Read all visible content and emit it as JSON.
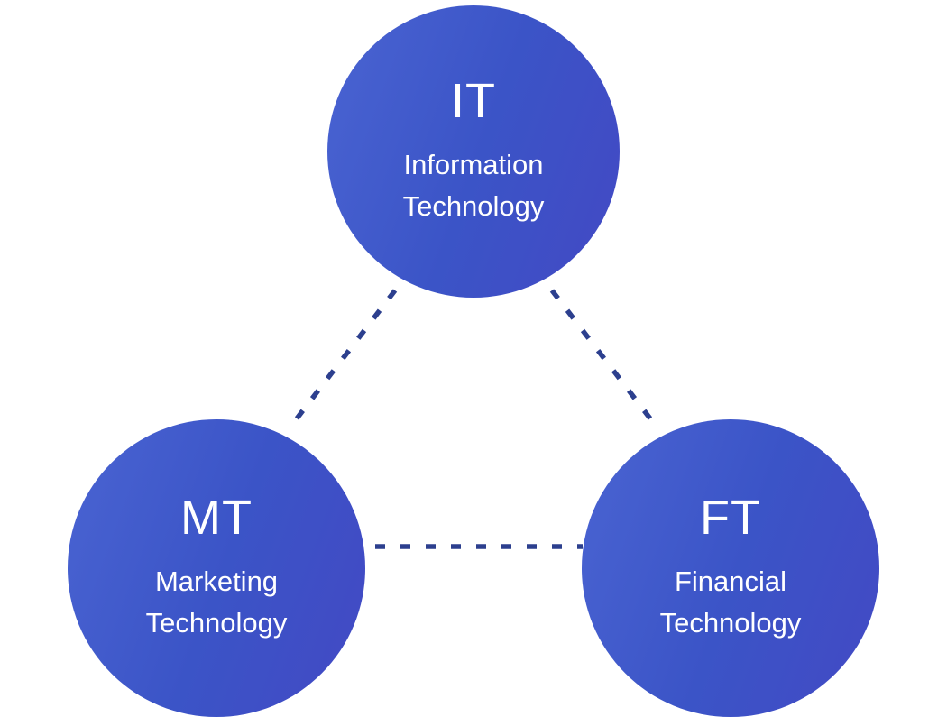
{
  "colors": {
    "bg": "#ffffff",
    "connector": "#2c3f8e",
    "circle-start": "#4a64d2",
    "circle-mid": "#3b54c7",
    "circle-end": "#4349c4",
    "text": "#ffffff"
  },
  "nodes": [
    {
      "abbr": "IT",
      "line1": "Information",
      "line2": "Technology"
    },
    {
      "abbr": "MT",
      "line1": "Marketing",
      "line2": "Technology"
    },
    {
      "abbr": "FT",
      "line1": "Financial",
      "line2": "Technology"
    }
  ]
}
